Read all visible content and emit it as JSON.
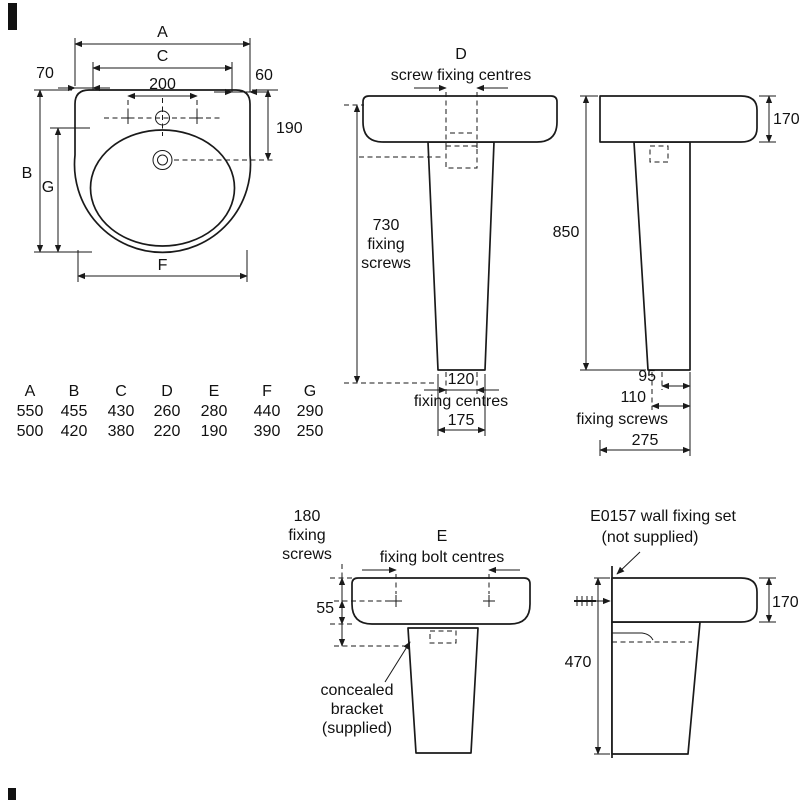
{
  "plan_view": {
    "width_a": "A",
    "width_c": "C",
    "offset_left": "70",
    "tap_centres": "200",
    "offset_right": "60",
    "depth_190": "190",
    "depth_b": "B",
    "depth_g": "G",
    "width_f": "F"
  },
  "front_view": {
    "dim_d": "D",
    "screw_fixing_centres": "screw fixing centres",
    "height_730": "730",
    "fixing": "fixing",
    "screws": "screws",
    "centres_120": "120",
    "fixing_centres": "fixing centres",
    "base_175": "175"
  },
  "side_view": {
    "depth_170": "170",
    "height_850": "850",
    "dim_95": "95",
    "dim_110": "110",
    "fixing_screws": "fixing screws",
    "depth_275": "275"
  },
  "dimension_table": {
    "headers": [
      "A",
      "B",
      "C",
      "D",
      "E",
      "F",
      "G"
    ],
    "rows": [
      [
        "550",
        "455",
        "430",
        "260",
        "280",
        "440",
        "290"
      ],
      [
        "500",
        "420",
        "380",
        "220",
        "190",
        "390",
        "250"
      ]
    ]
  },
  "semi_front_view": {
    "dim_180": "180",
    "fixing": "fixing",
    "screws": "screws",
    "dim_e": "E",
    "fixing_bolt_centres": "fixing bolt centres",
    "dim_55": "55",
    "bracket_note_1": "concealed",
    "bracket_note_2": "bracket",
    "bracket_note_3": "(supplied)"
  },
  "semi_side_view": {
    "wall_fixing_1": "E0157 wall fixing set",
    "wall_fixing_2": "(not supplied)",
    "depth_170": "170",
    "height_470": "470"
  }
}
